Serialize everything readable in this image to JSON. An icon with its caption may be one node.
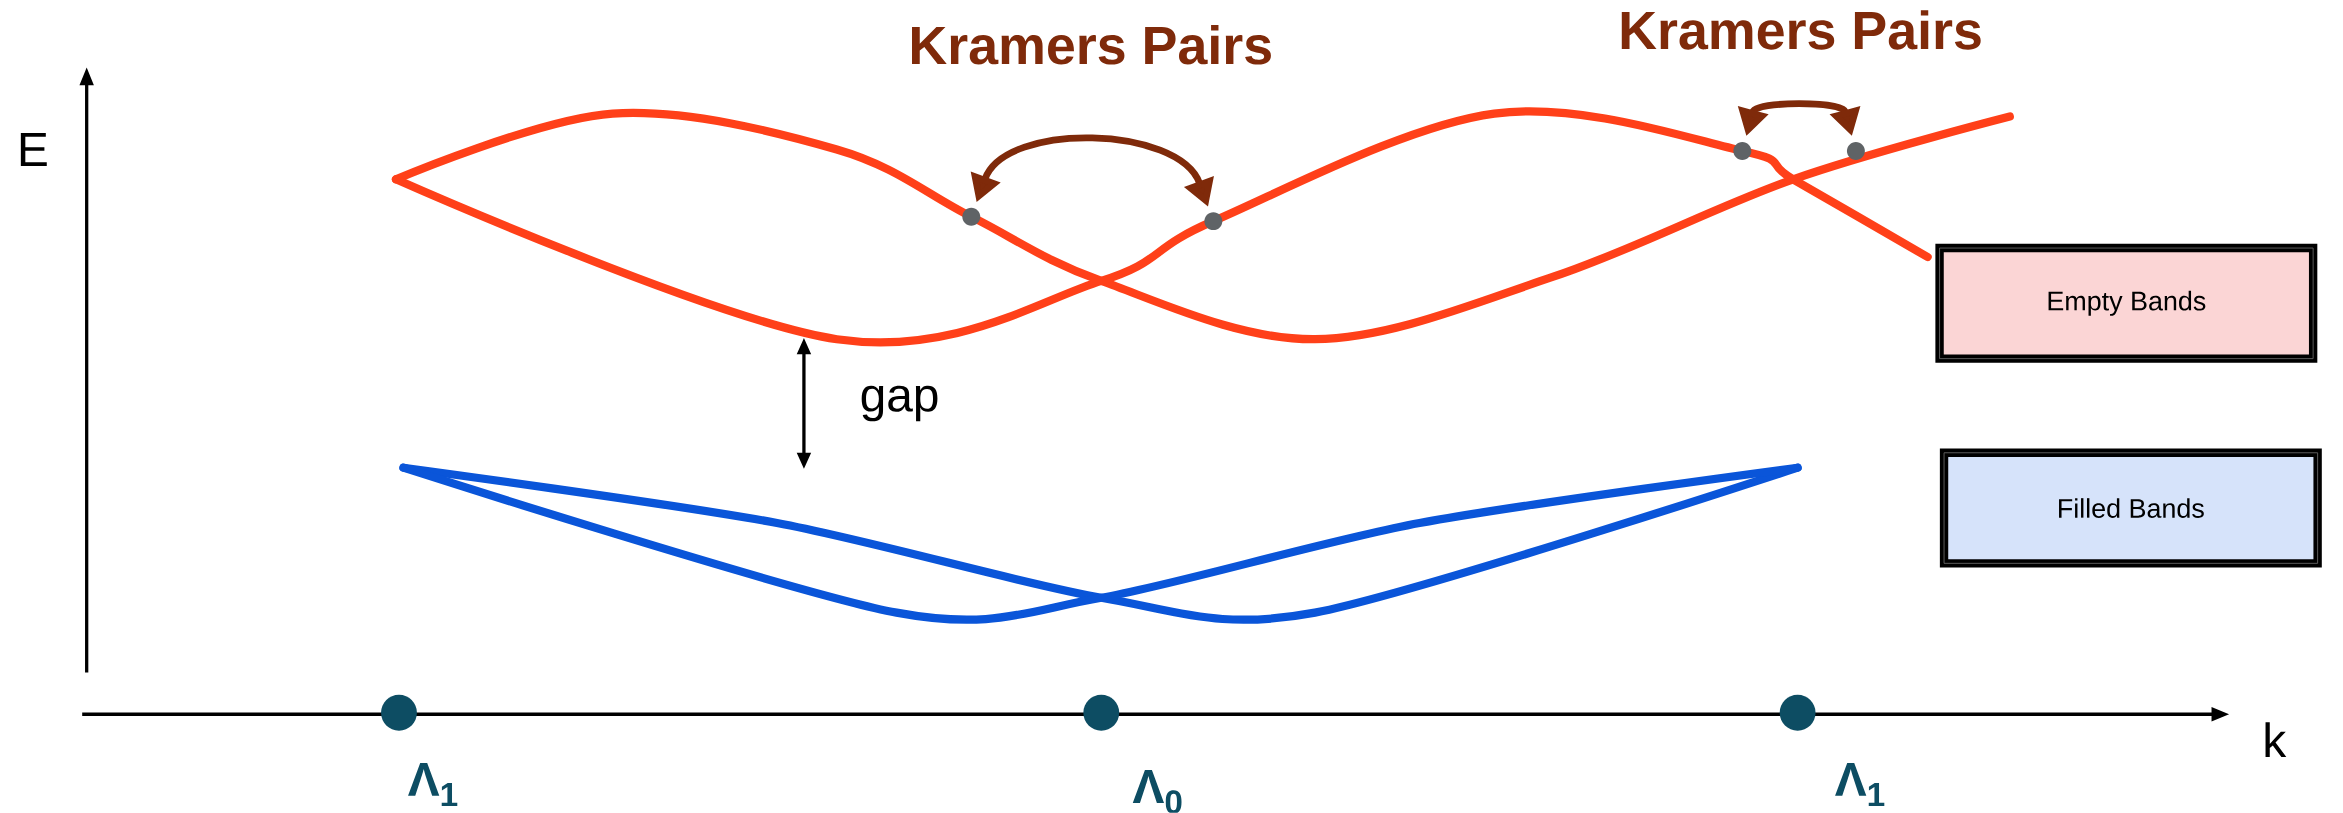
{
  "diagram": {
    "nodes": [
      {
        "text": [
          "Empty Bands"
        ]
      },
      {
        "text": [
          "Filled Bands"
        ]
      },
      {
        "text": [],
        "shape": "circle"
      },
      {
        "text": [],
        "shape": "circle"
      },
      {
        "text": [],
        "shape": "circle"
      },
      {
        "text": [],
        "shape": "circle"
      },
      {
        "text": [],
        "shape": "circle",
        "beside": [
          "Λ$_{1}$"
        ]
      },
      {
        "text": [],
        "shape": "circle",
        "beside": [
          "Λ$_{0}$"
        ]
      },
      {
        "text": [],
        "shape": "circle",
        "beside": [
          "Λ$_{1}$"
        ]
      }
    ],
    "edges": [
      {
        "from": 2,
        "to": 3,
        "arrow": "both"
      },
      {
        "from": 4,
        "to": 5,
        "arrow": "both"
      }
    ],
    "labels": [
      "Kramers Pairs",
      "Kramers Pairs",
      "E",
      "gap",
      "k"
    ]
  }
}
